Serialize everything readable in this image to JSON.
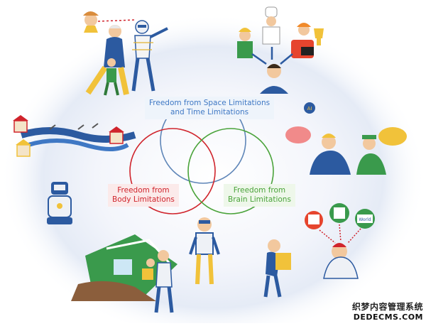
{
  "diagram": {
    "circles": [
      {
        "id": "space",
        "label_line1": "Freedom from Space Limitations",
        "label_line2": "and Time Limitations",
        "color": "#5f86b8"
      },
      {
        "id": "body",
        "label_line1": "Freedom from",
        "label_line2": "Body Limitations",
        "color": "#d0242c"
      },
      {
        "id": "brain",
        "label_line1": "Freedom from",
        "label_line2": "Brain Limitations",
        "color": "#4aa33a"
      }
    ],
    "illustration_texts": {
      "ai_badge": "AI",
      "sign_world": "World"
    }
  },
  "watermark": {
    "line1": "织梦内容管理系统",
    "line2": "DEDECMS.COM"
  }
}
